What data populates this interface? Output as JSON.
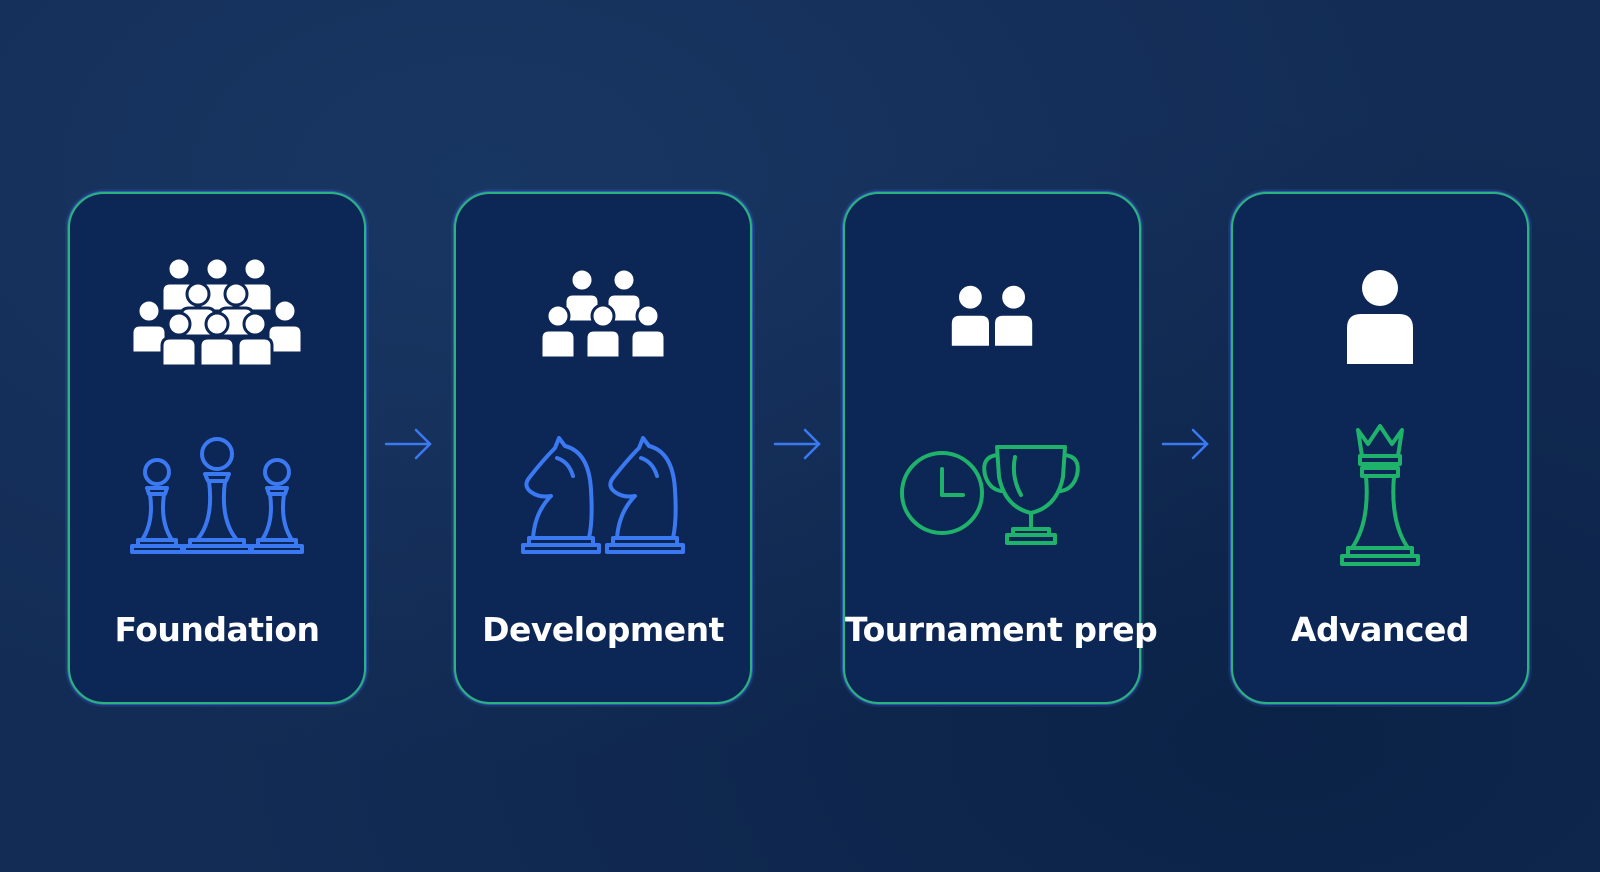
{
  "stages": [
    {
      "label": "Foundation",
      "people_icon": "large-group-icon",
      "piece_icon": "pawns-icon"
    },
    {
      "label": "Development",
      "people_icon": "group-icon",
      "piece_icon": "knights-icon"
    },
    {
      "label": "Tournament prep",
      "people_icon": "pair-icon",
      "piece_icon": "clock-trophy-icon"
    },
    {
      "label": "Advanced",
      "people_icon": "single-person-icon",
      "piece_icon": "queen-icon"
    }
  ],
  "colors": {
    "background": "#122c55",
    "card": "#0c2655",
    "card_border_green": "#2bb37f",
    "card_border_blue": "#4078e6",
    "people": "#ffffff",
    "blue_piece": "#3b79f2",
    "green_piece": "#1fb26a",
    "arrow": "#3b79f2"
  }
}
